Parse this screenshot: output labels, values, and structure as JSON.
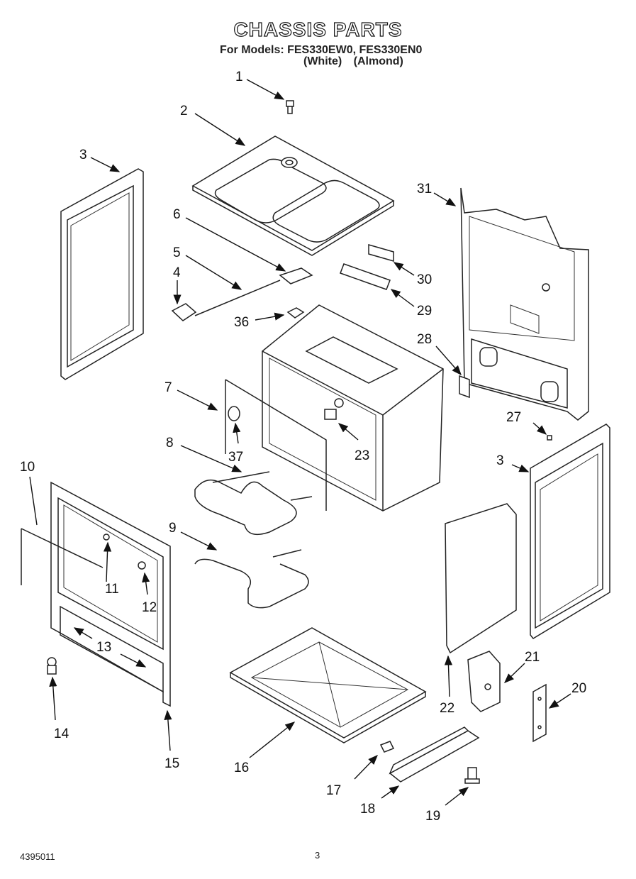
{
  "header": {
    "title": "CHASSIS PARTS",
    "models_line": "For Models: FES330EW0, FES330EN0",
    "colors_line": "(White)  (Almond)"
  },
  "footer": {
    "doc_number": "4395011",
    "page_number": "3"
  },
  "callouts": [
    {
      "id": "c1",
      "label": "1"
    },
    {
      "id": "c2",
      "label": "2"
    },
    {
      "id": "c3a",
      "label": "3"
    },
    {
      "id": "c3b",
      "label": "3"
    },
    {
      "id": "c4",
      "label": "4"
    },
    {
      "id": "c5",
      "label": "5"
    },
    {
      "id": "c6",
      "label": "6"
    },
    {
      "id": "c7",
      "label": "7"
    },
    {
      "id": "c8",
      "label": "8"
    },
    {
      "id": "c9",
      "label": "9"
    },
    {
      "id": "c10",
      "label": "10"
    },
    {
      "id": "c11",
      "label": "11"
    },
    {
      "id": "c12",
      "label": "12"
    },
    {
      "id": "c13",
      "label": "13"
    },
    {
      "id": "c14",
      "label": "14"
    },
    {
      "id": "c15",
      "label": "15"
    },
    {
      "id": "c16",
      "label": "16"
    },
    {
      "id": "c17",
      "label": "17"
    },
    {
      "id": "c18",
      "label": "18"
    },
    {
      "id": "c19",
      "label": "19"
    },
    {
      "id": "c20",
      "label": "20"
    },
    {
      "id": "c21",
      "label": "21"
    },
    {
      "id": "c22",
      "label": "22"
    },
    {
      "id": "c23",
      "label": "23"
    },
    {
      "id": "c27",
      "label": "27"
    },
    {
      "id": "c28",
      "label": "28"
    },
    {
      "id": "c29",
      "label": "29"
    },
    {
      "id": "c30",
      "label": "30"
    },
    {
      "id": "c31",
      "label": "31"
    },
    {
      "id": "c36",
      "label": "36"
    },
    {
      "id": "c37",
      "label": "37"
    }
  ]
}
